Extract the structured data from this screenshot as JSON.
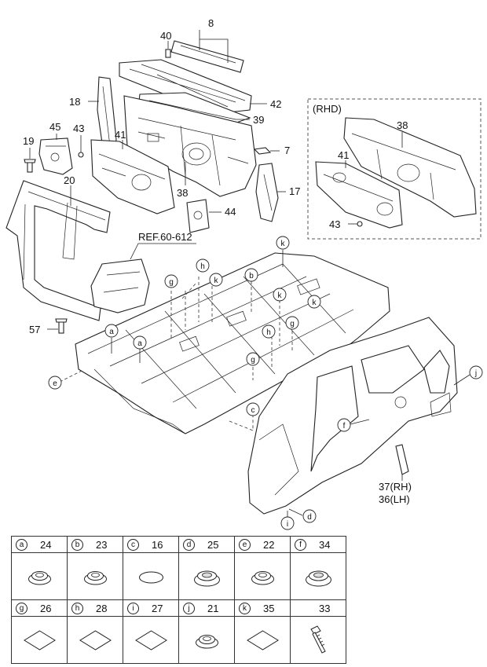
{
  "callouts": {
    "p8": "8",
    "p40": "40",
    "p18": "18",
    "p42": "42",
    "p39": "39",
    "p45": "45",
    "p43": "43",
    "p41": "41",
    "p7": "7",
    "p19": "19",
    "p20": "20",
    "p17": "17",
    "p38": "38",
    "p44": "44",
    "p57": "57",
    "p37": "37(RH)",
    "p36": "36(LH)"
  },
  "rhd": {
    "title": "(RHD)",
    "p38": "38",
    "p41": "41",
    "p43": "43"
  },
  "reference": "REF.60-612",
  "letters": {
    "a": "a",
    "b": "b",
    "c": "c",
    "d": "d",
    "e": "e",
    "f": "f",
    "g": "g",
    "h": "h",
    "i": "i",
    "j": "j",
    "k": "k"
  },
  "legend": [
    {
      "letter": "a",
      "part": "24",
      "icon": "grommet-round-icon"
    },
    {
      "letter": "b",
      "part": "23",
      "icon": "grommet-round-icon"
    },
    {
      "letter": "c",
      "part": "16",
      "icon": "plug-oval-icon"
    },
    {
      "letter": "d",
      "part": "25",
      "icon": "grommet-large-icon"
    },
    {
      "letter": "e",
      "part": "22",
      "icon": "grommet-round-icon"
    },
    {
      "letter": "f",
      "part": "34",
      "icon": "grommet-large-icon"
    },
    {
      "letter": "g",
      "part": "26",
      "icon": "pad-diamond-icon"
    },
    {
      "letter": "h",
      "part": "28",
      "icon": "pad-diamond-icon"
    },
    {
      "letter": "i",
      "part": "27",
      "icon": "pad-diamond-icon"
    },
    {
      "letter": "j",
      "part": "21",
      "icon": "grommet-round-icon"
    },
    {
      "letter": "k",
      "part": "35",
      "icon": "pad-diamond-icon"
    },
    {
      "letter": "",
      "part": "33",
      "icon": "bolt-icon"
    }
  ]
}
